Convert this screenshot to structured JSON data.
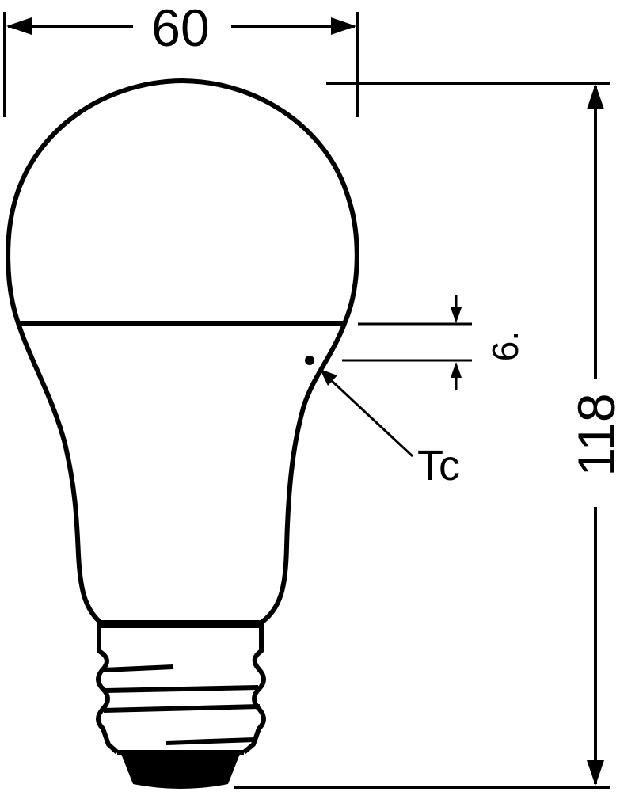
{
  "diagram": {
    "dimensions": {
      "width_label": "60",
      "height_label": "118",
      "small_label": "6."
    },
    "callouts": {
      "tc_label": "Tc"
    },
    "colors": {
      "line": "#000000",
      "background": "#ffffff"
    }
  }
}
